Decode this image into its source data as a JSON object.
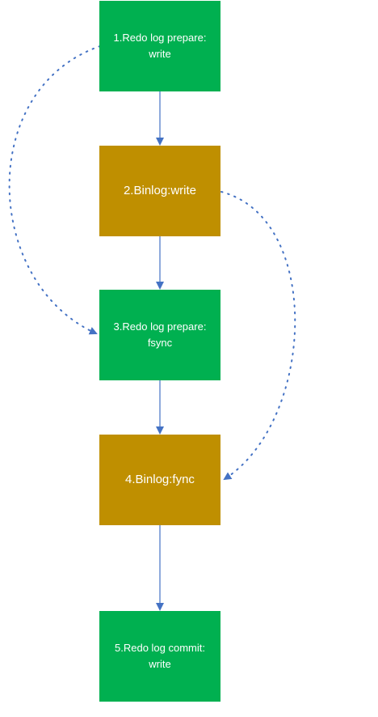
{
  "nodes": [
    {
      "label": "1.Redo log prepare:\nwrite",
      "color": "#00B050"
    },
    {
      "label": "2.Binlog:write",
      "color": "#BF8F00"
    },
    {
      "label": "3.Redo log prepare:\nfsync",
      "color": "#00B050"
    },
    {
      "label": "4.Binlog:fync",
      "color": "#BF8F00"
    },
    {
      "label": "5.Redo log commit:\nwrite",
      "color": "#00B050"
    }
  ],
  "edges": [
    {
      "from": 1,
      "to": 2,
      "style": "solid"
    },
    {
      "from": 2,
      "to": 3,
      "style": "solid"
    },
    {
      "from": 3,
      "to": 4,
      "style": "solid"
    },
    {
      "from": 4,
      "to": 5,
      "style": "solid"
    },
    {
      "from": 1,
      "to": 3,
      "style": "dotted"
    },
    {
      "from": 2,
      "to": 4,
      "style": "dotted"
    }
  ],
  "arrow_color": "#4472C4"
}
